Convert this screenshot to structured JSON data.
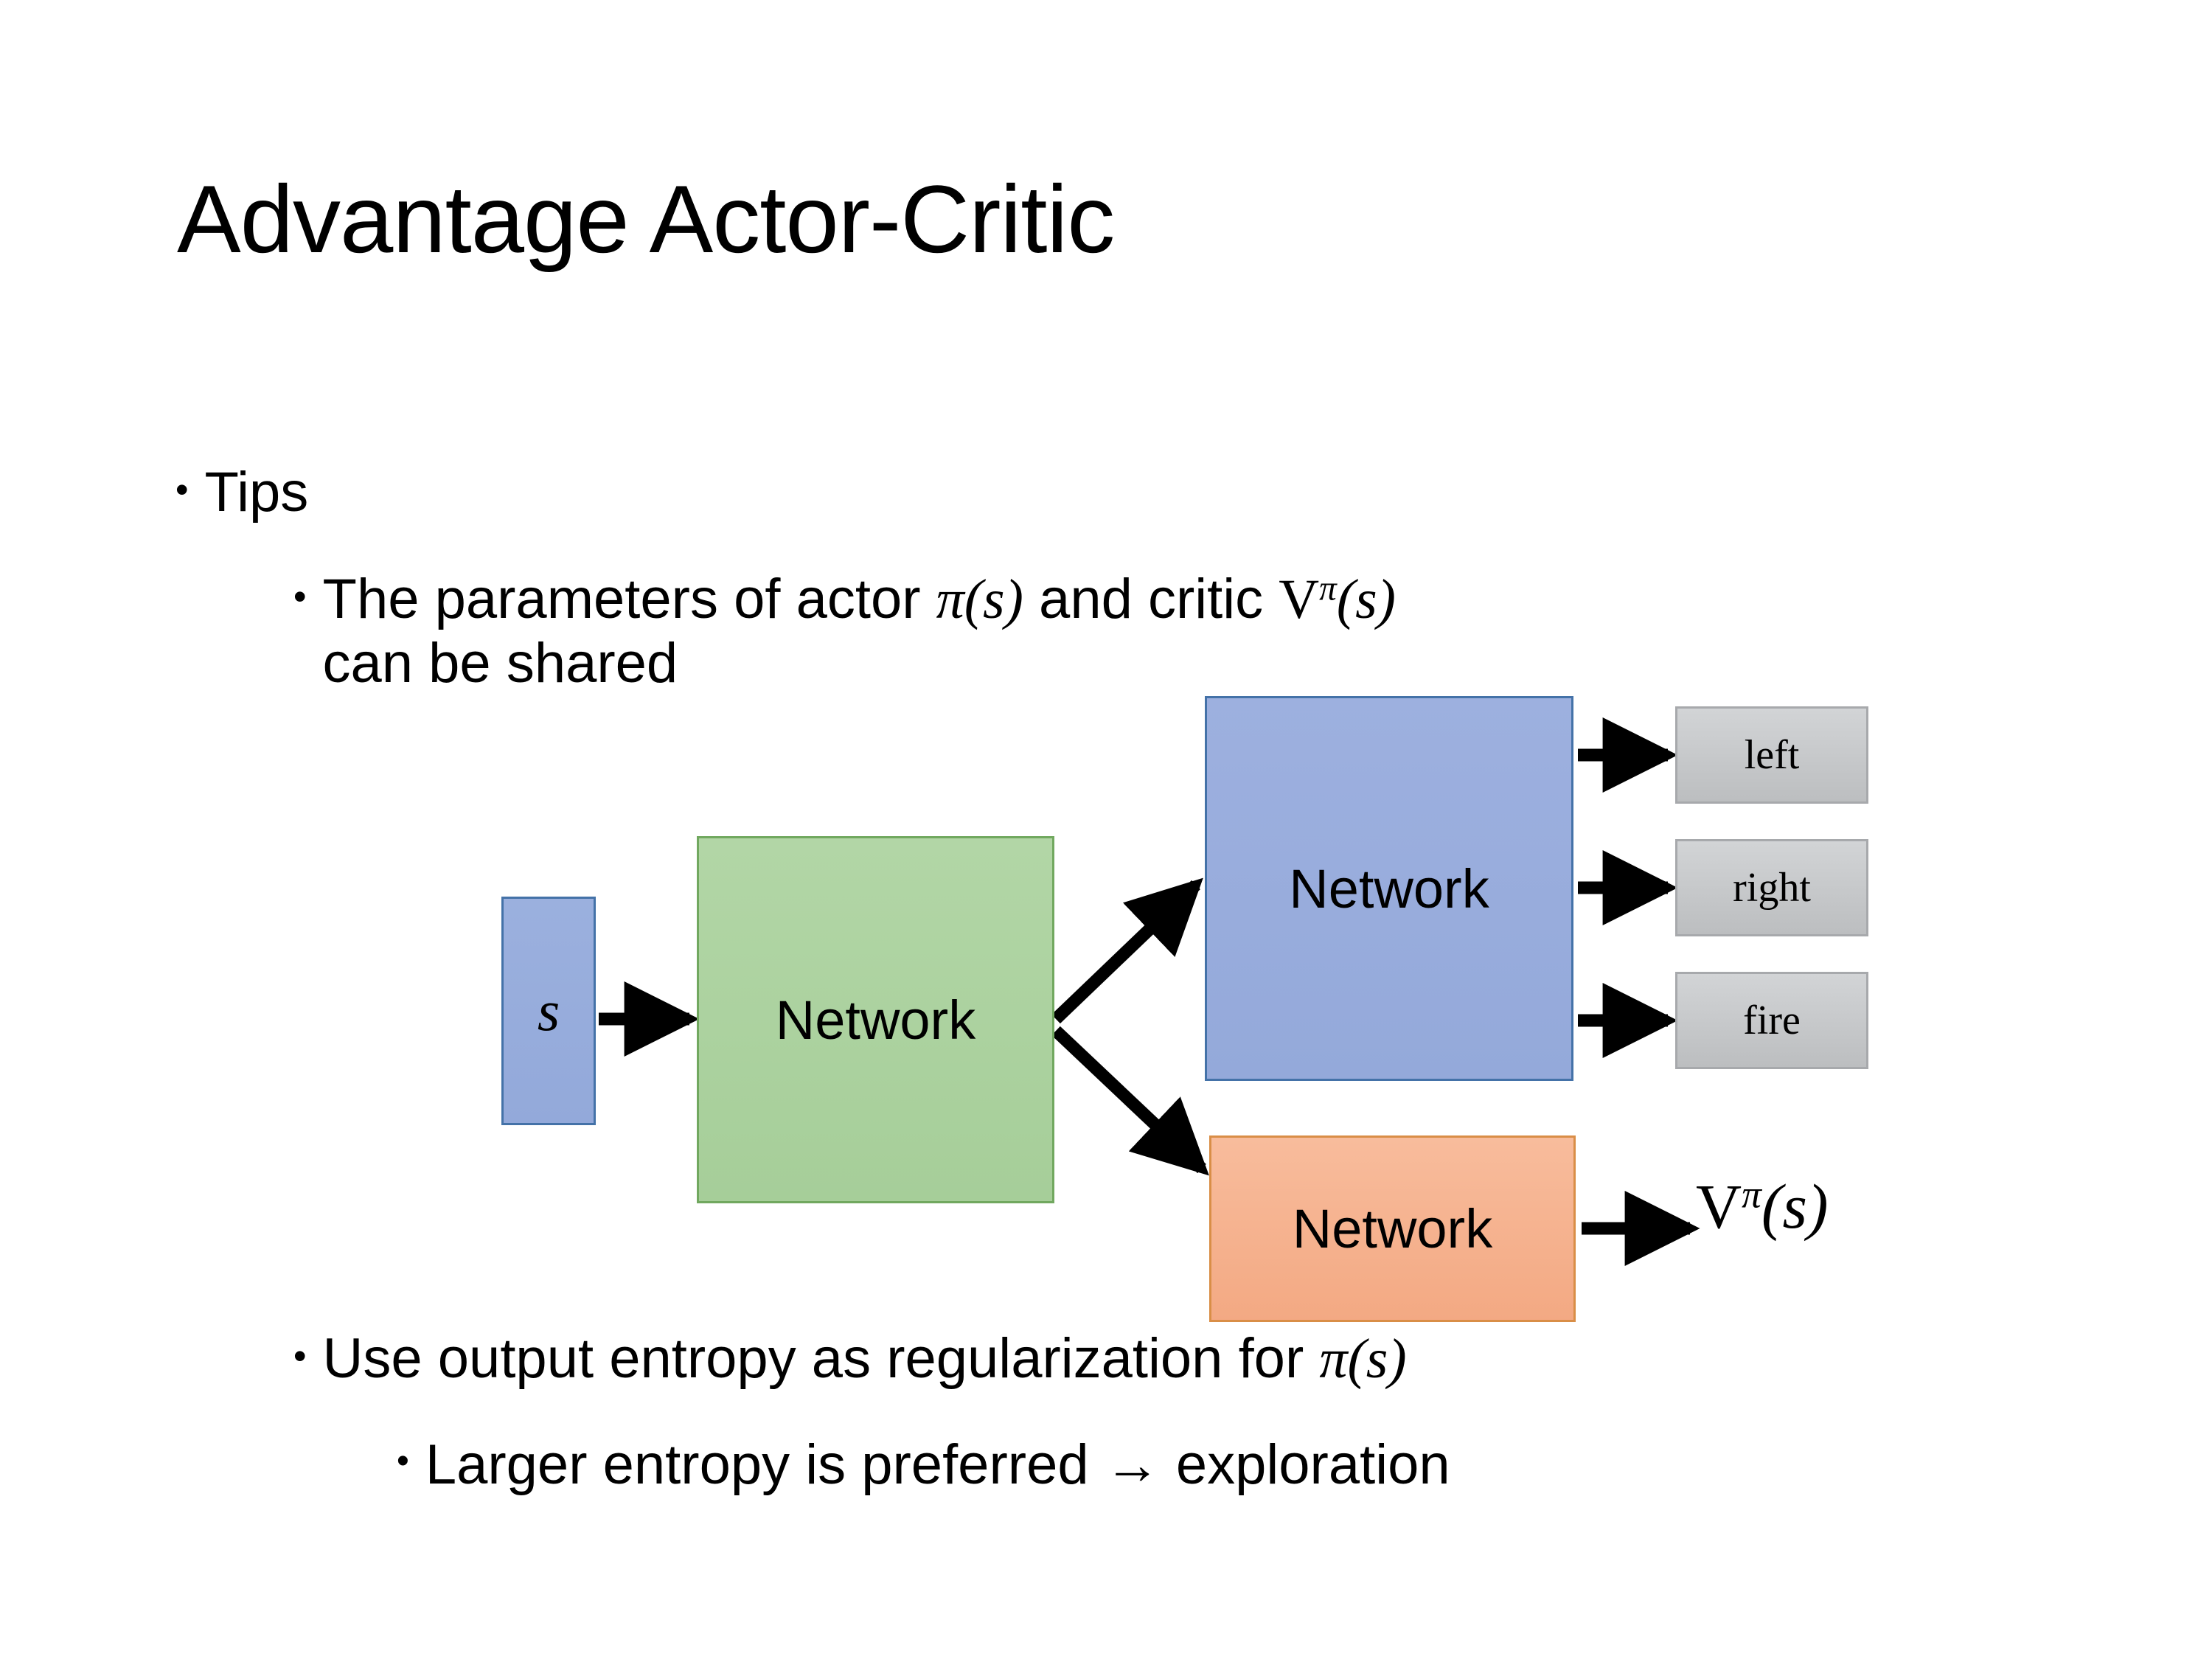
{
  "slide": {
    "title": "Advantage Actor-Critic",
    "background": "#ffffff"
  },
  "bullets": {
    "tips": {
      "marker": "•",
      "text": "Tips"
    },
    "shared_params": {
      "marker": "•",
      "text_part1": "The parameters of actor ",
      "math1_base": "π",
      "math1_arg": "(s)",
      "text_part2": "  and critic ",
      "math2_base": "V",
      "math2_sup": "π",
      "math2_arg": "(s)",
      "text_part3": "can be shared"
    },
    "entropy": {
      "marker": "•",
      "text_part1": "Use output entropy as regularization for ",
      "math_base": "π",
      "math_arg": "(s)"
    },
    "larger_entropy": {
      "marker": "•",
      "text": "Larger entropy is preferred → exploration"
    }
  },
  "diagram": {
    "input_state": {
      "label": "s"
    },
    "shared_network": {
      "label": "Network",
      "color": "#A9CF9C"
    },
    "actor_network": {
      "label": "Network",
      "color": "#96ABDB"
    },
    "critic_network": {
      "label": "Network",
      "color": "#F5B08C"
    },
    "actions": [
      {
        "label": "left"
      },
      {
        "label": "right"
      },
      {
        "label": "fire"
      }
    ],
    "value_output": {
      "base": "V",
      "sup": "π",
      "arg": "(s)"
    },
    "colors": {
      "blue_fill": "#96ABDB",
      "blue_stroke": "#4472A8",
      "green_fill": "#A9CF9C",
      "green_stroke": "#71A85F",
      "orange_fill": "#F5B08C",
      "orange_stroke": "#D98E47",
      "gray_fill": "#C3C5C7",
      "gray_stroke": "#A7A9AC",
      "arrow": "#000000"
    }
  }
}
